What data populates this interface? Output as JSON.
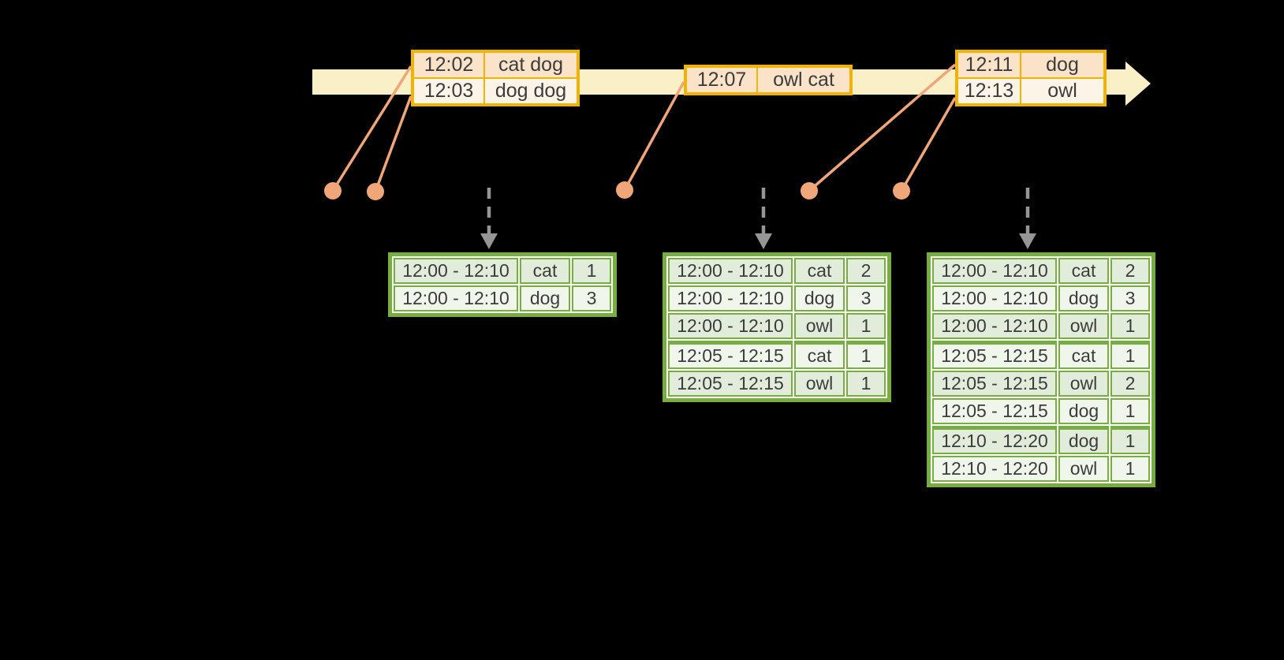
{
  "colors": {
    "background": "#000000",
    "timeline_band": "#faf0c8",
    "event_border": "#f0b400",
    "event_row_dark": "#fae3c8",
    "event_row_light": "#fdf4e8",
    "connector": "#f0a678",
    "dashed_arrow": "#969696",
    "result_border": "#77ad41",
    "result_row_dark": "#e2ecda",
    "result_row_light": "#f1f6ed",
    "text": "#3c3c3c"
  },
  "icons": {
    "timeline_arrow": "right-arrow",
    "trigger_arrow": "dashed-down-arrow",
    "event_marker": "dot"
  },
  "timeline": {
    "event_tables": [
      {
        "rows": [
          {
            "cells": [
              "12:02",
              "cat dog"
            ]
          },
          {
            "cells": [
              "12:03",
              "dog dog"
            ]
          }
        ]
      },
      {
        "rows": [
          {
            "cells": [
              "12:07",
              "owl cat"
            ]
          }
        ]
      },
      {
        "rows": [
          {
            "cells": [
              "12:11",
              "dog"
            ]
          },
          {
            "cells": [
              "12:13",
              "owl"
            ]
          }
        ]
      }
    ]
  },
  "result_tables": [
    {
      "rows": [
        {
          "cells": [
            "12:00 - 12:10",
            "cat",
            "1"
          ]
        },
        {
          "cells": [
            "12:00 - 12:10",
            "dog",
            "3"
          ]
        }
      ]
    },
    {
      "rows": [
        {
          "cells": [
            "12:00 - 12:10",
            "cat",
            "2"
          ]
        },
        {
          "cells": [
            "12:00 - 12:10",
            "dog",
            "3"
          ]
        },
        {
          "cells": [
            "12:00 - 12:10",
            "owl",
            "1"
          ]
        },
        {
          "cells": [
            "12:05 - 12:15",
            "cat",
            "1"
          ],
          "group_start": true
        },
        {
          "cells": [
            "12:05 - 12:15",
            "owl",
            "1"
          ]
        }
      ]
    },
    {
      "rows": [
        {
          "cells": [
            "12:00 - 12:10",
            "cat",
            "2"
          ]
        },
        {
          "cells": [
            "12:00 - 12:10",
            "dog",
            "3"
          ]
        },
        {
          "cells": [
            "12:00 - 12:10",
            "owl",
            "1"
          ]
        },
        {
          "cells": [
            "12:05 - 12:15",
            "cat",
            "1"
          ],
          "group_start": true
        },
        {
          "cells": [
            "12:05 - 12:15",
            "owl",
            "2"
          ]
        },
        {
          "cells": [
            "12:05 - 12:15",
            "dog",
            "1"
          ]
        },
        {
          "cells": [
            "12:10 - 12:20",
            "dog",
            "1"
          ],
          "group_start": true
        },
        {
          "cells": [
            "12:10 - 12:20",
            "owl",
            "1"
          ]
        }
      ]
    }
  ]
}
